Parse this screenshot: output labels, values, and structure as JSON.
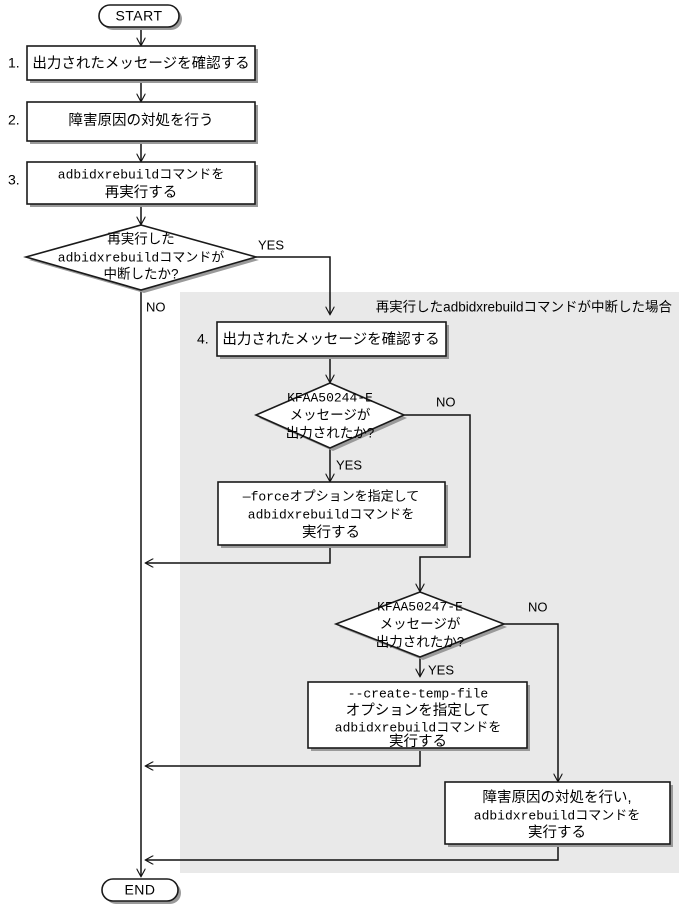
{
  "diagram": {
    "type": "flowchart",
    "title": "adbidxrebuild error recovery flowchart",
    "terminators": {
      "start": "START",
      "end": "END"
    },
    "region": {
      "label": "再実行したadbidxrebuildコマンドが中断した場合",
      "fill": "#e9e9e9"
    },
    "steps": [
      {
        "number": "1.",
        "text_lines": [
          "出力されたメッセージを確認する"
        ]
      },
      {
        "number": "2.",
        "text_lines": [
          "障害原因の対処を行う"
        ]
      },
      {
        "number": "3.",
        "text_lines": [
          "adbidxrebuildコマンドを",
          "再実行する"
        ]
      },
      {
        "number": "4.",
        "text_lines": [
          "出力されたメッセージを確認する"
        ]
      }
    ],
    "process_boxes": {
      "box1_line1": "出力されたメッセージを確認する",
      "box2_line1": "障害原因の対処を行う",
      "box3_line1": "adbidxrebuildコマンドを",
      "box3_line2": "再実行する",
      "box4_line1": "出力されたメッセージを確認する",
      "force_line1": "—forceオプションを指定して",
      "force_line2": "adbidxrebuildコマンドを",
      "force_line3": "実行する",
      "temp_line1": "--create-temp-file",
      "temp_line2": "オプションを指定して",
      "temp_line3": "adbidxrebuildコマンドを",
      "temp_line4": "実行する",
      "fallback_line1": "障害原因の対処を行い,",
      "fallback_line2": "adbidxrebuildコマンドを",
      "fallback_line3": "実行する"
    },
    "decisions": {
      "d1_line1": "再実行した",
      "d1_line2": "adbidxrebuildコマンドが",
      "d1_line3": "中断したか?",
      "d2_line1": "KFAA50244-E",
      "d2_line2": "メッセージが",
      "d2_line3": "出力されたか?",
      "d3_line1": "KFAA50247-E",
      "d3_line2": "メッセージが",
      "d3_line3": "出力されたか?"
    },
    "branch_labels": {
      "d1_yes": "YES",
      "d1_no": "NO",
      "d2_yes": "YES",
      "d2_no": "NO",
      "d3_yes": "YES",
      "d3_no": "NO"
    },
    "colors": {
      "line": "#111111",
      "node_fill": "#ffffff",
      "node_stroke": "#1a1a1a",
      "region_fill": "#e9e9e9",
      "shadow": "#9a9a9a",
      "text": "#000000"
    }
  }
}
